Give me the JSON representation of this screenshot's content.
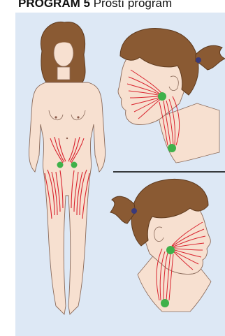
{
  "header": {
    "program_code": "PROGRAM 5",
    "program_name": "Prostí program"
  },
  "colors": {
    "panel_bg": "#dde8f5",
    "skin": "#f7e0d0",
    "hair": "#8a5a33",
    "lymph_lines": "#d9232e",
    "lymph_nodes": "#3fb14a",
    "divider": "#000000"
  },
  "figures": [
    {
      "name": "full-body-front",
      "icon": "female-body-front-view"
    },
    {
      "name": "head-right-profile",
      "icon": "head-profile-facing-left"
    },
    {
      "name": "head-left-profile",
      "icon": "head-profile-facing-right"
    }
  ]
}
